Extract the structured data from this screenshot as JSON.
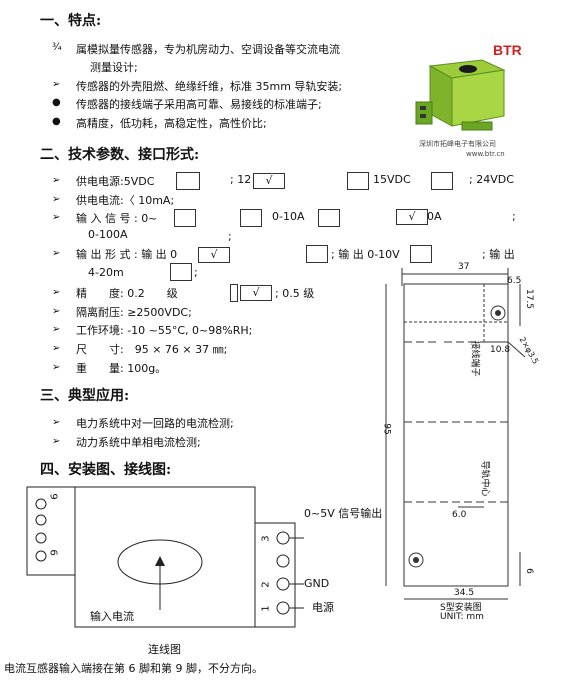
{
  "section1": {
    "title": "一、特点:",
    "bullets": [
      {
        "sym": "¾",
        "text": "属模拟量传感器，专为机房动力、空调设备等交流电流",
        "cont": "测量设计;"
      },
      {
        "sym": "➢",
        "text": "传感器的外壳阻燃、绝缘纤维，标准 35mm 导轨安装;"
      },
      {
        "sym": "●",
        "text": "传感器的接线端子采用高可靠、易接线的标准端子;"
      },
      {
        "sym": "●",
        "text": "高精度，低功耗，高稳定性，高性价比;"
      }
    ]
  },
  "product": {
    "brand": "BTR",
    "caption": "深圳市拓峰电子有限公司",
    "url": "www.btr.cn"
  },
  "section2": {
    "title": "二、技术参数、接口形式:",
    "supply_label": "供电电源:5VDC",
    "supply_12": "; 12",
    "supply_15": "15VDC",
    "supply_24": "; 24VDC",
    "current_label": "供电电流:〈 10mA;",
    "input_label": "输 入 信 号 : 0~",
    "input_0_10a": "0-10A",
    "input_20a": "0A",
    "input_0_100a": "0-100A",
    "output_label": "输 出 形 式 : 输 出 0",
    "output_0_10v": "; 输 出 0-10V",
    "output_third": "; 输 出",
    "output_4_20": "4-20m",
    "accuracy_label": "精　　度: 0.2　　级",
    "accuracy_05": "; 0.5 级",
    "isolation": "隔离耐压: ≥2500VDC;",
    "environment": "工作环境: -10 ~55°C, 0~98%RH;",
    "size": "尺　　寸:　95 × 76 × 37 ㎜;",
    "weight": "重　　量: 100g。",
    "checkmark": "√"
  },
  "section3": {
    "title": "三、典型应用:",
    "bullets": [
      "电力系统中对一回路的电流检测;",
      "动力系统中单相电流检测;"
    ]
  },
  "section4": {
    "title": "四、安装图、接线图:",
    "pins_left": [
      "9",
      "",
      "",
      "6"
    ],
    "pins_right": [
      "3",
      "",
      "2",
      "1"
    ],
    "input_label": "输入电流",
    "signal_label": "0~5V 信号输出",
    "gnd_label": "GND",
    "power_label": "电源",
    "diagram_caption": "连线图",
    "note": "电流互感器输入端接在第 6 脚和第 9 脚，不分方向。"
  },
  "mechanical": {
    "dim_37": "37",
    "dim_6_5": "6.5",
    "dim_17_5": "17.5",
    "dim_10_8": "10.8",
    "dim_hole": "2×φ3.5",
    "dim_95": "95",
    "dim_6_0": "6.0",
    "dim_34_5": "34.5",
    "dim_6": "6",
    "label_terminal": "接线端子",
    "label_rail": "导轨中心",
    "caption": "S型安装图",
    "unit": "UNIT: mm"
  }
}
